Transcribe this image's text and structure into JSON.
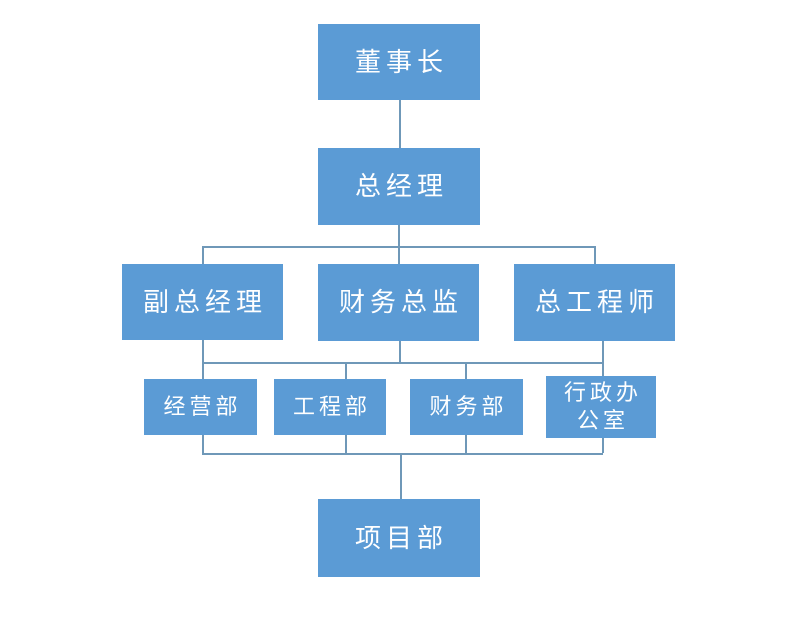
{
  "diagram": {
    "type": "org-chart",
    "background_color": "#ffffff",
    "node_fill_color": "#5b9bd5",
    "node_text_color": "#ffffff",
    "connector_color": "#6f98b8",
    "nodes": [
      {
        "id": "chairman",
        "label": "董事长",
        "level": 1
      },
      {
        "id": "general-manager",
        "label": "总经理",
        "level": 2
      },
      {
        "id": "deputy-general-manager",
        "label": "副总经理",
        "level": 3
      },
      {
        "id": "finance-director",
        "label": "财务总监",
        "level": 3
      },
      {
        "id": "chief-engineer",
        "label": "总工程师",
        "level": 3
      },
      {
        "id": "business-dept",
        "label": "经营部",
        "level": 4
      },
      {
        "id": "engineering-dept",
        "label": "工程部",
        "level": 4
      },
      {
        "id": "finance-dept",
        "label": "财务部",
        "level": 4
      },
      {
        "id": "admin-office",
        "label": "行政办公室",
        "level": 4
      },
      {
        "id": "project-dept",
        "label": "项目部",
        "level": 5
      }
    ],
    "edges": [
      {
        "from": "chairman",
        "to": "general-manager"
      },
      {
        "from": "general-manager",
        "to": "deputy-general-manager"
      },
      {
        "from": "general-manager",
        "to": "finance-director"
      },
      {
        "from": "general-manager",
        "to": "chief-engineer"
      },
      {
        "from": "deputy-general-manager",
        "to": "business-dept"
      },
      {
        "from": "finance-director",
        "to": "engineering-dept"
      },
      {
        "from": "finance-director",
        "to": "finance-dept"
      },
      {
        "from": "chief-engineer",
        "to": "admin-office"
      },
      {
        "from": "business-dept",
        "to": "project-dept"
      },
      {
        "from": "engineering-dept",
        "to": "project-dept"
      },
      {
        "from": "finance-dept",
        "to": "project-dept"
      },
      {
        "from": "admin-office",
        "to": "project-dept"
      }
    ]
  }
}
